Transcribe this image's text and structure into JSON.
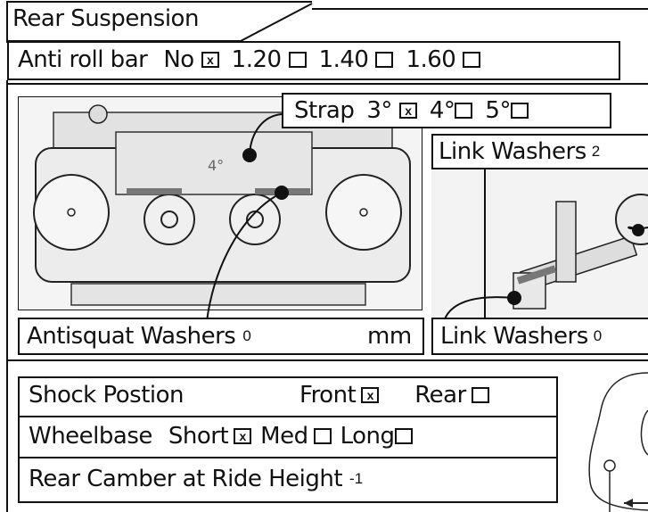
{
  "header": {
    "title": "Rear Suspension"
  },
  "anti_roll_bar": {
    "label": "Anti roll bar",
    "options": [
      {
        "label": "No",
        "checked": true,
        "mark": "x"
      },
      {
        "label": "1.20",
        "checked": false,
        "mark": ""
      },
      {
        "label": "1.40",
        "checked": false,
        "mark": ""
      },
      {
        "label": "1.60",
        "checked": false,
        "mark": ""
      }
    ]
  },
  "strap": {
    "label": "Strap",
    "options": [
      {
        "label": "3°",
        "checked": true,
        "mark": "x"
      },
      {
        "label": "4°",
        "checked": false,
        "mark": ""
      },
      {
        "label": "5°",
        "checked": false,
        "mark": ""
      }
    ]
  },
  "photo_marking": "4°",
  "link_washers_top": {
    "label": "Link Washers",
    "value": "2"
  },
  "antisquat_washers": {
    "label": "Antisquat Washers",
    "value": "0",
    "unit": "mm"
  },
  "link_washers_bottom": {
    "label": "Link Washers",
    "value": "0"
  },
  "shock_position": {
    "label": "Shock Postion",
    "options": [
      {
        "label": "Front",
        "checked": true,
        "mark": "x"
      },
      {
        "label": "Rear",
        "checked": false,
        "mark": ""
      }
    ]
  },
  "wheelbase": {
    "label": "Wheelbase",
    "options": [
      {
        "label": "Short",
        "checked": true,
        "mark": "x"
      },
      {
        "label": "Med",
        "checked": false,
        "mark": ""
      },
      {
        "label": "Long",
        "checked": false,
        "mark": ""
      }
    ]
  },
  "rear_camber": {
    "label": "Rear Camber at Ride Height",
    "value": "-1"
  }
}
